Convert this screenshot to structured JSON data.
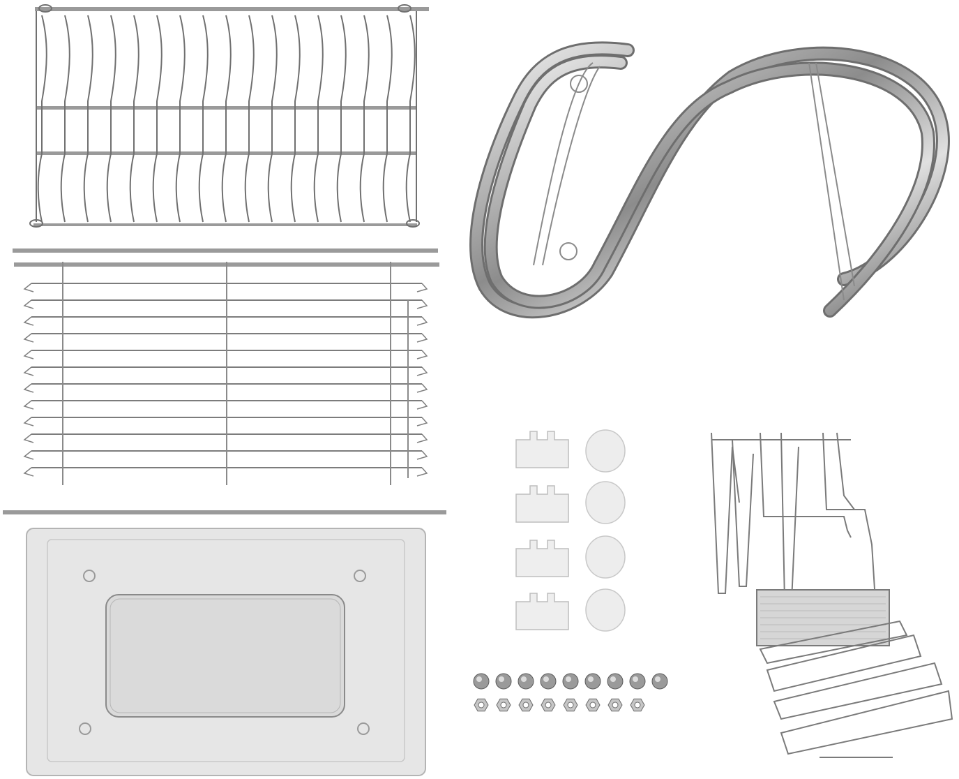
{
  "image": {
    "subject": "dish-rack-parts-kit",
    "background_color": "#ffffff",
    "metal_color": "#9a9a9a",
    "wire_color": "#707070",
    "tray_color": "#dcdcdc",
    "plastic_color": "#eeeeee"
  },
  "parts": [
    {
      "id": "plate-rack",
      "icon": "wire-plate-rack"
    },
    {
      "id": "bowl-rack",
      "icon": "wire-bowl-rack"
    },
    {
      "id": "drip-tray",
      "icon": "plastic-drip-tray"
    },
    {
      "id": "s-hooks",
      "icon": "chrome-s-hook",
      "count": 2
    },
    {
      "id": "plastic-clips",
      "icon": "plastic-clip",
      "count": 4
    },
    {
      "id": "rubber-feet",
      "icon": "rubber-foot",
      "count": 4
    },
    {
      "id": "screws",
      "icon": "screw",
      "count": 9
    },
    {
      "id": "nuts",
      "icon": "hex-nut",
      "count": 8
    },
    {
      "id": "utensil-holder",
      "icon": "wire-utensil-holder"
    }
  ]
}
